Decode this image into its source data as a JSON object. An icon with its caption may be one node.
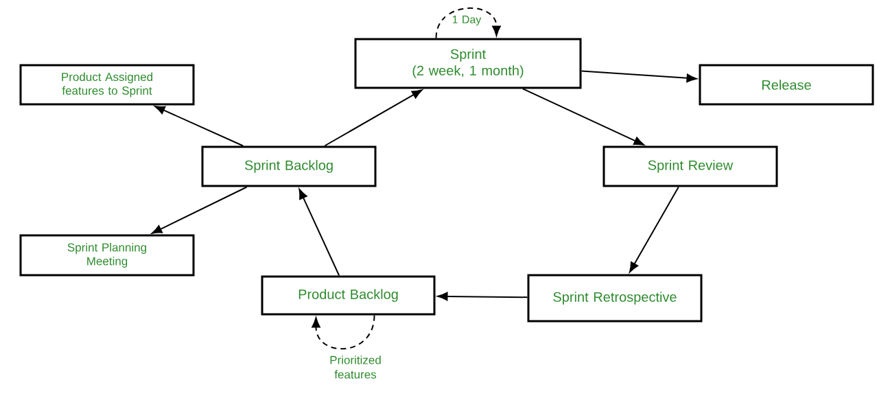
{
  "diagram": {
    "nodes": [
      {
        "text": [
          "Product Assigned features to Sprint"
        ]
      },
      {
        "text": [
          "Sprint",
          "(2 week, 1 month)"
        ]
      },
      {
        "text": [
          "Release"
        ]
      },
      {
        "text": [
          "Sprint Backlog"
        ]
      },
      {
        "text": [
          "Sprint Review"
        ]
      },
      {
        "text": [
          "Sprint Planning Meeting"
        ]
      },
      {
        "text": [
          "Product Backlog"
        ]
      },
      {
        "text": [
          "Sprint Retrospective"
        ]
      }
    ],
    "edges": [
      {
        "from": 1,
        "to": 1,
        "arrow": "to",
        "style": "dashed",
        "label": "1 Day"
      },
      {
        "from": 3,
        "to": 1,
        "arrow": "to"
      },
      {
        "from": 3,
        "to": 0,
        "arrow": "to"
      },
      {
        "from": 3,
        "to": 5,
        "arrow": "to"
      },
      {
        "from": 1,
        "to": 2,
        "arrow": "to"
      },
      {
        "from": 1,
        "to": 4,
        "arrow": "to"
      },
      {
        "from": 4,
        "to": 7,
        "arrow": "to"
      },
      {
        "from": 7,
        "to": 6,
        "arrow": "to"
      },
      {
        "from": 6,
        "to": 3,
        "arrow": "to"
      },
      {
        "from": 6,
        "to": 6,
        "arrow": "to",
        "style": "dashed",
        "label": "Prioritized features"
      }
    ]
  }
}
